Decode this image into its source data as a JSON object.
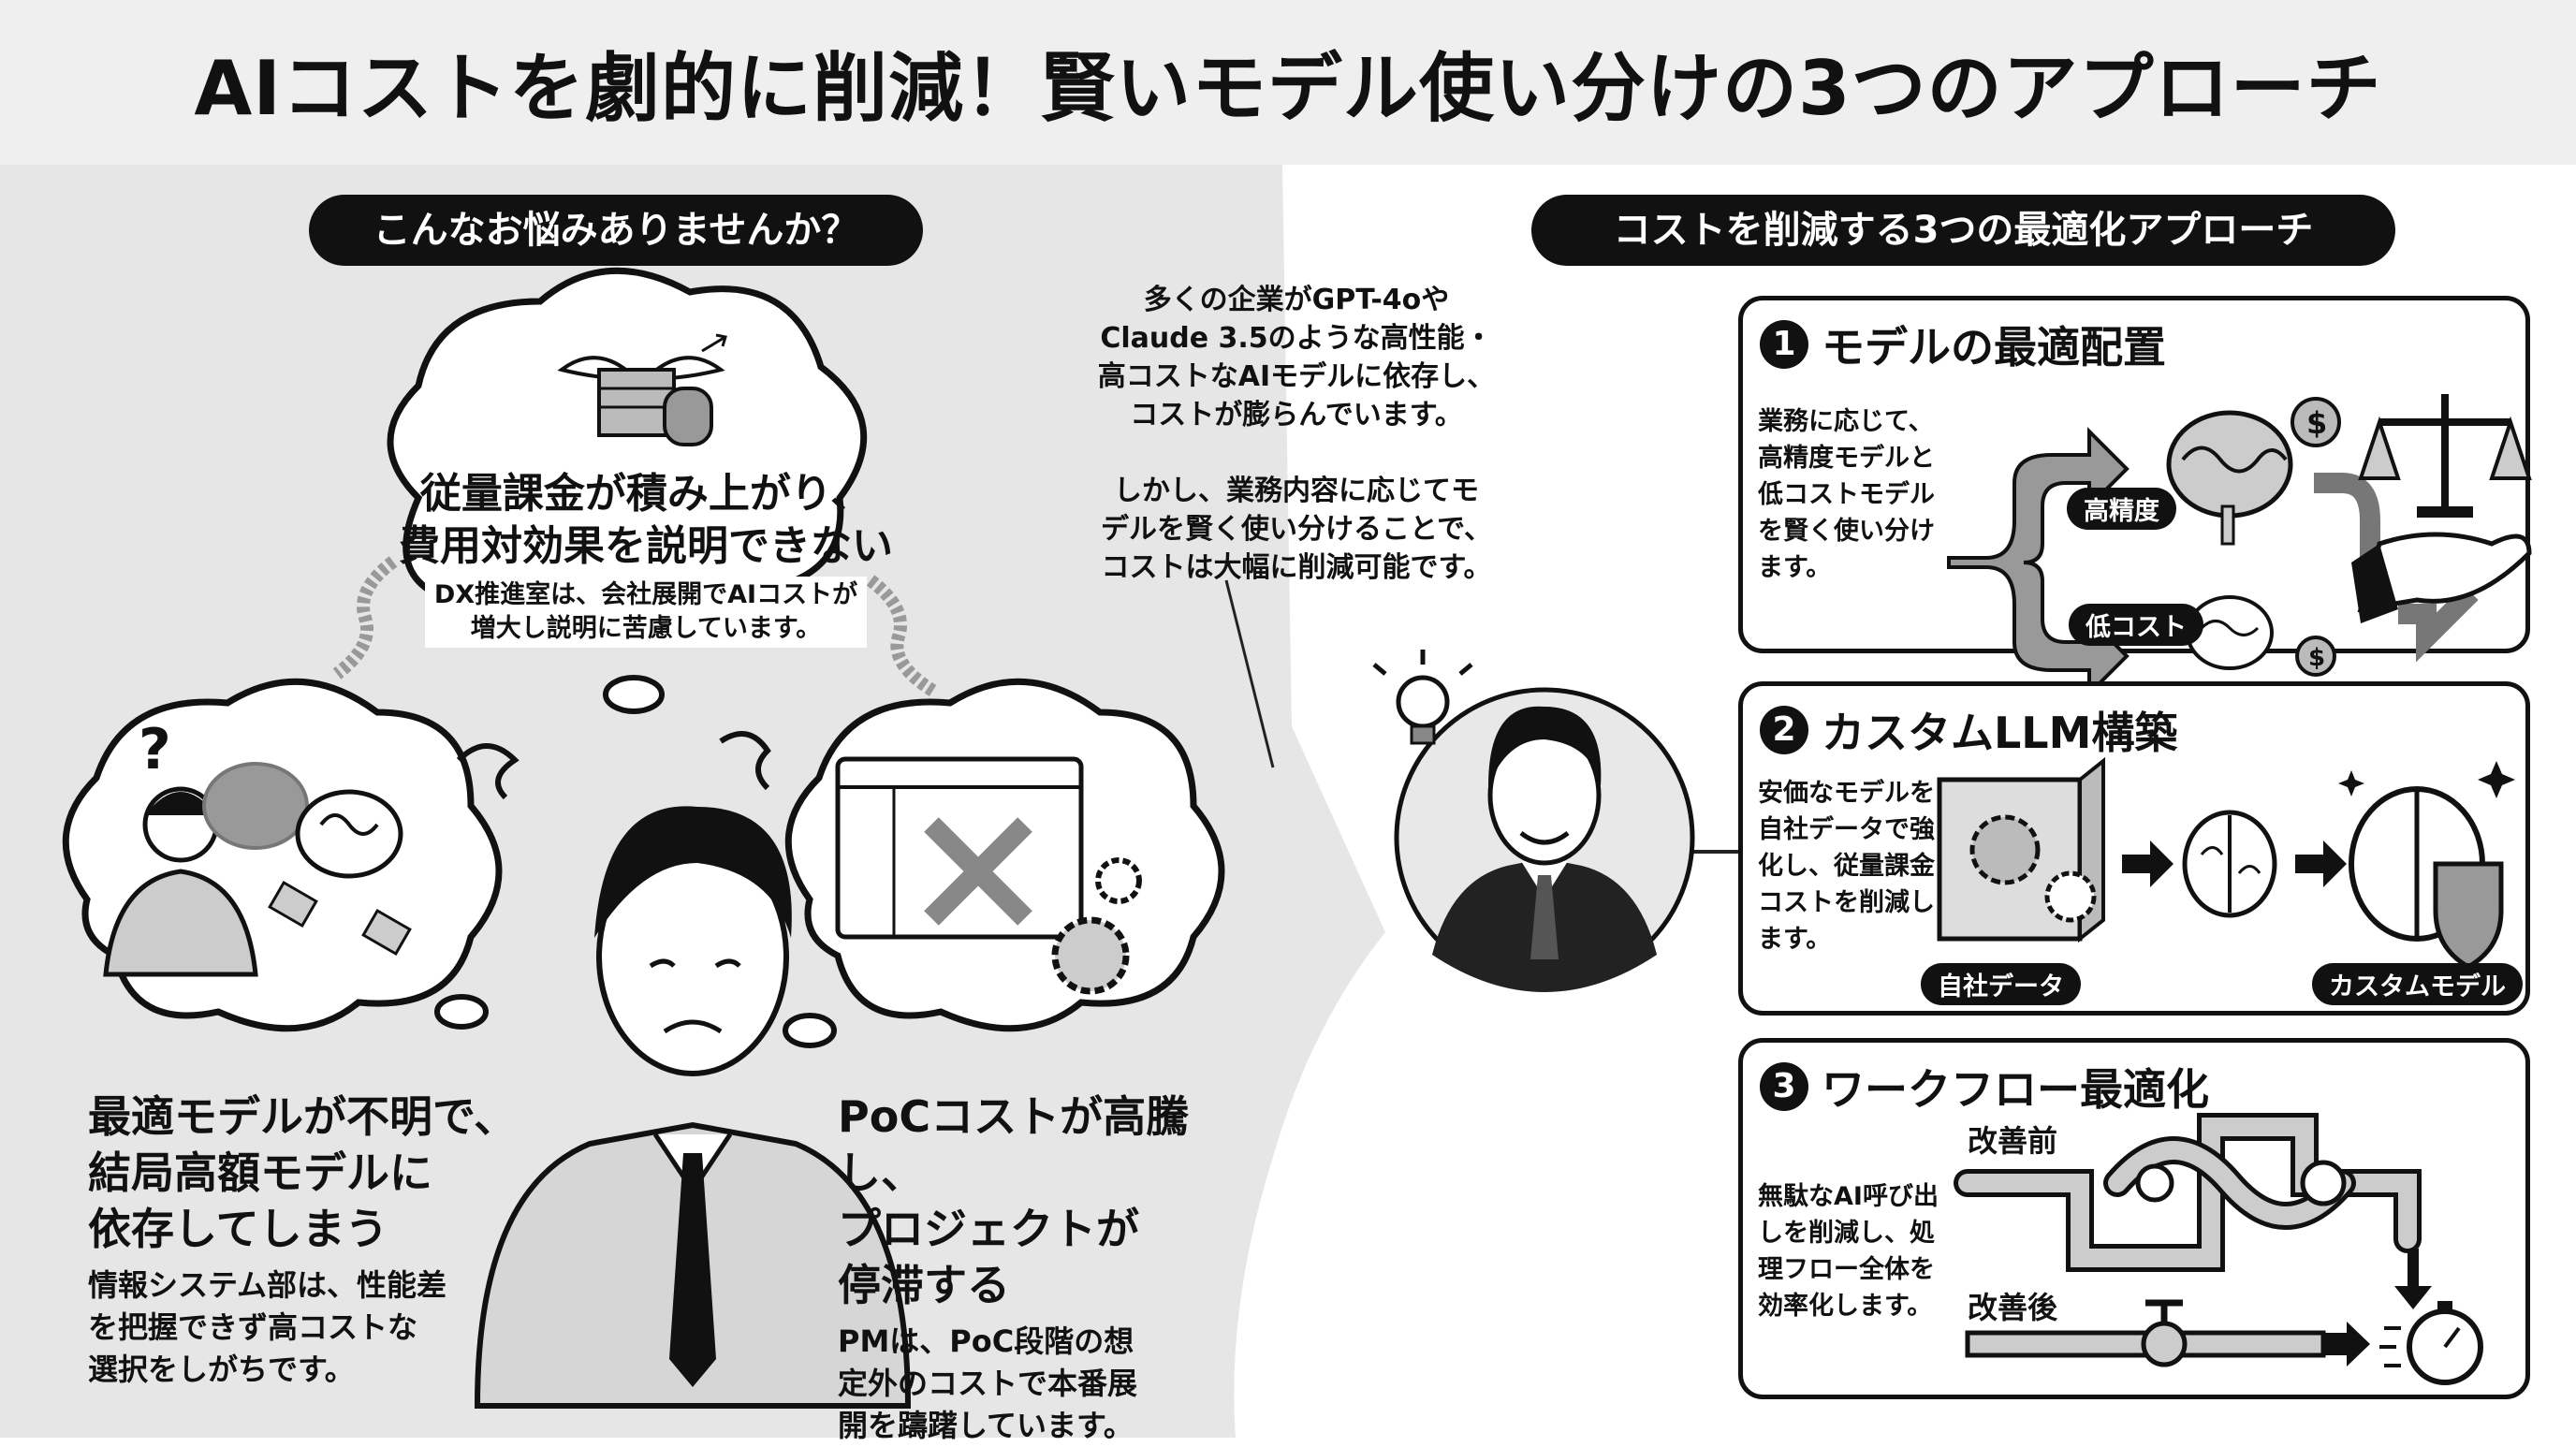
{
  "title": "AIコストを劇的に削減！賢いモデル使い分けの3つのアプローチ",
  "colors": {
    "ink": "#111111",
    "left_bg": "#e6e6e6",
    "header_bg": "#efefef",
    "panel_bg": "#ffffff"
  },
  "problems": {
    "section_label": "こんなお悩みありませんか？",
    "top": {
      "heading_1": "従量課金が積み上がり、",
      "heading_2": "費用対効果を説明できない",
      "detail_1": "DX推進室は、会社展開でAIコストが",
      "detail_2": "増大し説明に苦慮しています。",
      "icon": "money-with-wings-icon"
    },
    "left": {
      "heading": [
        "最適モデルが不明で、",
        "結局高額モデルに",
        "依存してしまう"
      ],
      "detail": [
        "情報システム部は、性能差",
        "を把握できず高コストな",
        "選択をしがちです。"
      ],
      "icon": "confused-person-brain-icon"
    },
    "right": {
      "heading": [
        "PoCコストが高騰し、",
        "プロジェクトが",
        "停滞する"
      ],
      "detail": [
        "PMは、PoC段階の想",
        "定外のコストで本番展",
        "開を躊躇しています。"
      ],
      "icon": "crossed-chart-gears-icon"
    }
  },
  "intro": {
    "paragraph_1": [
      "多くの企業がGPT-4oや",
      "Claude 3.5のような高性能・",
      "高コストなAIモデルに依存し、",
      "コストが膨らんでいます。"
    ],
    "paragraph_2": [
      "しかし、業務内容に応じてモ",
      "デルを賢く使い分けることで、",
      "コストは大幅に削減可能です。"
    ]
  },
  "solutions": {
    "section_label": "コストを削減する3つの最適化アプローチ",
    "items": [
      {
        "number": "1",
        "title": "モデルの最適配置",
        "text": [
          "業務に応じて、",
          "高精度モデルと",
          "低コストモデル",
          "を賢く使い分け",
          "ます。"
        ],
        "tags": [
          "高精度",
          "低コスト"
        ]
      },
      {
        "number": "2",
        "title": "カスタムLLM構築",
        "text": [
          "安価なモデルを",
          "自社データで強",
          "化し、従量課金",
          "コストを削減し",
          "ます。"
        ],
        "tags": [
          "自社データ",
          "カスタムモデル"
        ]
      },
      {
        "number": "3",
        "title": "ワークフロー最適化",
        "text": [
          "無駄なAI呼び出",
          "しを削減し、処",
          "理フロー全体を",
          "効率化します。"
        ],
        "labels": [
          "改善前",
          "改善後"
        ]
      }
    ]
  }
}
